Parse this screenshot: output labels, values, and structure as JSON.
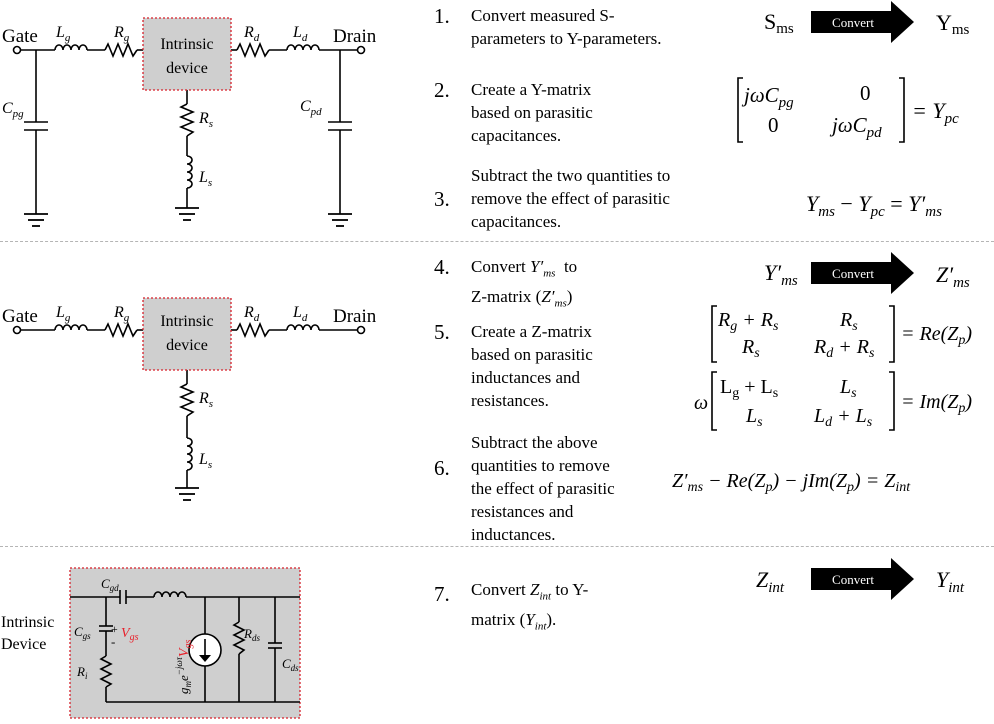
{
  "circuit1": {
    "gate": "Gate",
    "drain": "Drain",
    "lg": "L",
    "lg_sub": "g",
    "rg": "R",
    "rg_sub": "g",
    "rd": "R",
    "rd_sub": "d",
    "ld": "L",
    "ld_sub": "d",
    "rs": "R",
    "rs_sub": "s",
    "ls": "L",
    "ls_sub": "s",
    "cpg": "C",
    "cpg_sub": "pg",
    "cpd": "C",
    "cpd_sub": "pd",
    "intrinsic_line1": "Intrinsic",
    "intrinsic_line2": "device"
  },
  "circuit2": {
    "gate": "Gate",
    "drain": "Drain",
    "lg": "L",
    "lg_sub": "g",
    "rg": "R",
    "rg_sub": "g",
    "rd": "R",
    "rd_sub": "d",
    "ld": "L",
    "ld_sub": "d",
    "rs": "R",
    "rs_sub": "s",
    "ls": "L",
    "ls_sub": "s",
    "intrinsic_line1": "Intrinsic",
    "intrinsic_line2": "device"
  },
  "circuit3": {
    "title_line1": "Intrinsic",
    "title_line2": "Device",
    "cgd": "C",
    "cgd_sub": "gd",
    "cgs": "C",
    "cgs_sub": "gs",
    "ri": "R",
    "ri_sub": "i",
    "rds": "R",
    "rds_sub": "ds",
    "cds": "C",
    "cds_sub": "ds",
    "plus": "+",
    "minus": "-",
    "vgs": "V",
    "vgs_sub": "gs",
    "gm": "g",
    "gm_sub": "m",
    "e": "e",
    "exp": "−jωτ",
    "src_v": "V",
    "src_v_sub": "gs"
  },
  "steps": [
    {
      "num": "1.",
      "lines": [
        "Convert measured S-",
        "parameters to Y-parameters."
      ]
    },
    {
      "num": "2.",
      "lines": [
        "Create a  Y-matrix",
        "based on parasitic",
        "capacitances."
      ]
    },
    {
      "num": "3.",
      "lines": [
        "Subtract the two quantities to",
        "remove the effect of parasitic",
        "capacitances."
      ]
    },
    {
      "num": "4.",
      "lines": [
        "Convert",
        "to",
        "Z-matrix ("
      ]
    },
    {
      "num": "5.",
      "lines": [
        "Create a  Z-matrix",
        "based on parasitic",
        "inductances and",
        "resistances."
      ]
    },
    {
      "num": "6.",
      "lines": [
        "Subtract the above",
        "quantities to remove",
        "the effect of parasitic",
        "resistances and",
        "inductances."
      ]
    },
    {
      "num": "7.",
      "lines": [
        "Convert",
        "to Y-",
        "matrix ("
      ]
    }
  ],
  "equations": {
    "convert_label": "Convert",
    "s_ms": "S",
    "s_ms_sub": "ms",
    "y_ms": "Y",
    "y_ms_sub": "ms",
    "eq2": {
      "a": "jωC",
      "a_sub": "pg",
      "b": "0",
      "c": "0",
      "d": "jωC",
      "d_sub": "pd",
      "rhs": "= Y",
      "rhs_sub": "pc"
    },
    "eq3": {
      "y": "Y",
      "ms": "ms",
      "minus": "−",
      "ypc": "Y",
      "pc": "pc",
      "eq": "=",
      "yp": "Y′",
      "ms2": "ms"
    },
    "eq4": {
      "l": "Y′",
      "l_sub": "ms",
      "r": "Z′",
      "r_sub": "ms"
    },
    "eq5": {
      "a": "R",
      "a_sub": "g",
      "plus1": "+ R",
      "plus1_sub": "s",
      "b": "R",
      "b_sub": "s",
      "c": "R",
      "c_sub": "s",
      "d": "R",
      "d_sub": "d",
      "plus2": "+ R",
      "plus2_sub": "s",
      "rhs": "= Re(Z",
      "rhs_sub": "p",
      "rhs_end": ")"
    },
    "eq5b": {
      "omega": "ω",
      "a": "L",
      "a_sub": "g",
      "plus1": "+ L",
      "plus1_sub": "s",
      "b": "L",
      "b_sub": "s",
      "c": "L",
      "c_sub": "s",
      "d": "L",
      "d_sub": "d",
      "plus2": "+ L",
      "plus2_sub": "s",
      "rhs": "= Im(Z",
      "rhs_sub": "p",
      "rhs_end": ")"
    },
    "eq6": {
      "text1": "Z′",
      "sub1": "ms",
      "text2": " − Re(Z",
      "sub2": "p",
      "text3": ") − jIm(Z",
      "sub3": "p",
      "text4": ") = Z",
      "sub4": "int"
    },
    "eq7": {
      "l": "Z",
      "l_sub": "int",
      "r": "Y",
      "r_sub": "int"
    }
  },
  "inline": {
    "y_ms_prime": "Y′",
    "y_ms_prime_sub": "ms",
    "z_ms_prime": "Z′",
    "z_ms_prime_sub": "ms",
    "close": ")",
    "z_int": "Z",
    "z_int_sub": "int",
    "y_int": "Y",
    "y_int_sub": "int",
    "close2": ")."
  },
  "colors": {
    "accent_red": "#e8212b",
    "box_fill": "#cfcfcf",
    "box_border": "#d6202a",
    "divider": "#b5b5b5"
  }
}
